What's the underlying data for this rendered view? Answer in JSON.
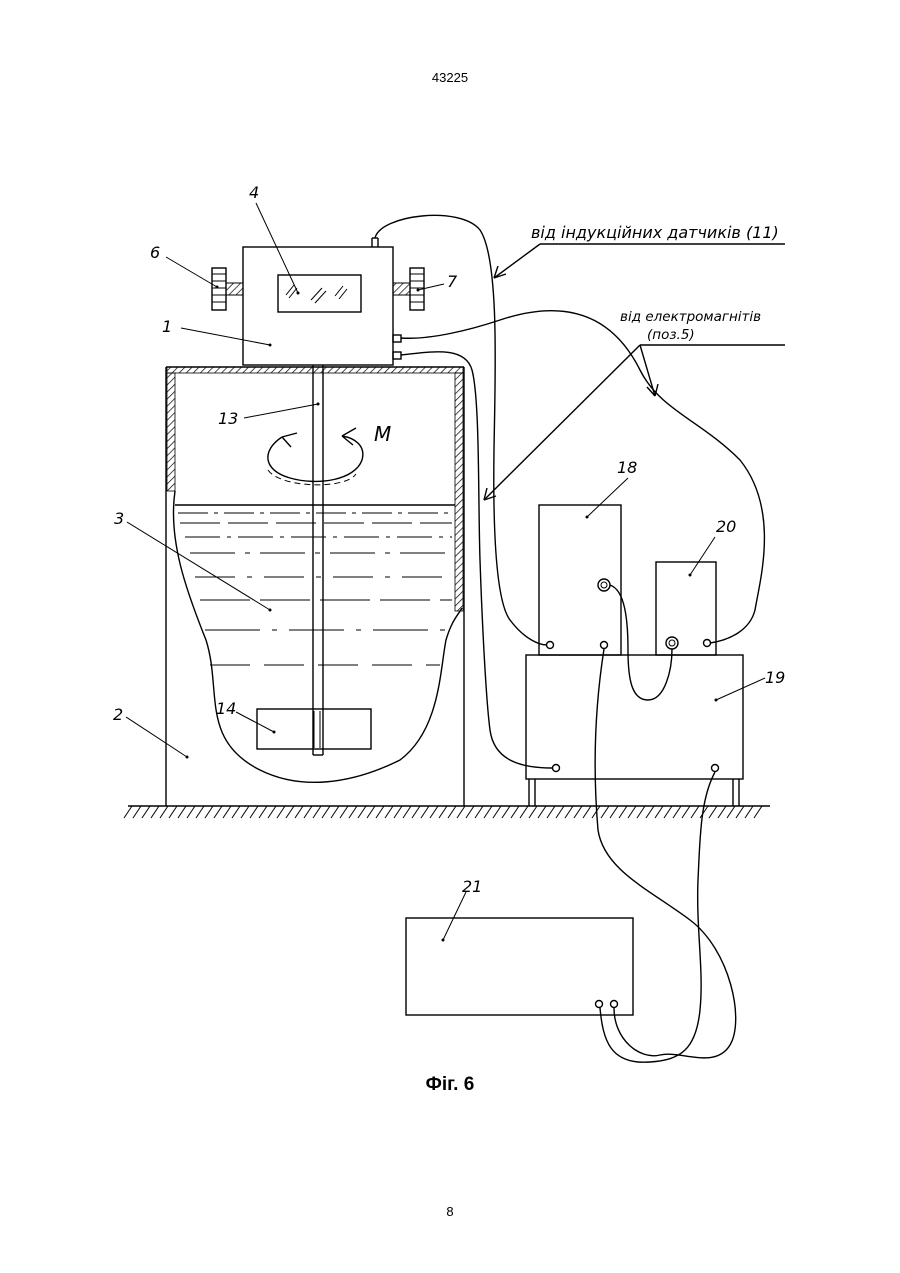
{
  "header": {
    "patent_number": "43225"
  },
  "footer": {
    "page_number": "8"
  },
  "figure": {
    "caption": "Фіг. 6",
    "callouts": {
      "c1": "1",
      "c2": "2",
      "c3": "3",
      "c4": "4",
      "c6": "6",
      "c7": "7",
      "c13": "13",
      "c14": "14",
      "c18": "18",
      "c19": "19",
      "c20": "20",
      "c21": "21",
      "moment": "M"
    },
    "notes": {
      "from_induction_sensors": "від індукційних датчиків (11)",
      "from_electromagnets_line1": "від електромагнітів",
      "from_electromagnets_line2": "(поз.5)"
    }
  }
}
